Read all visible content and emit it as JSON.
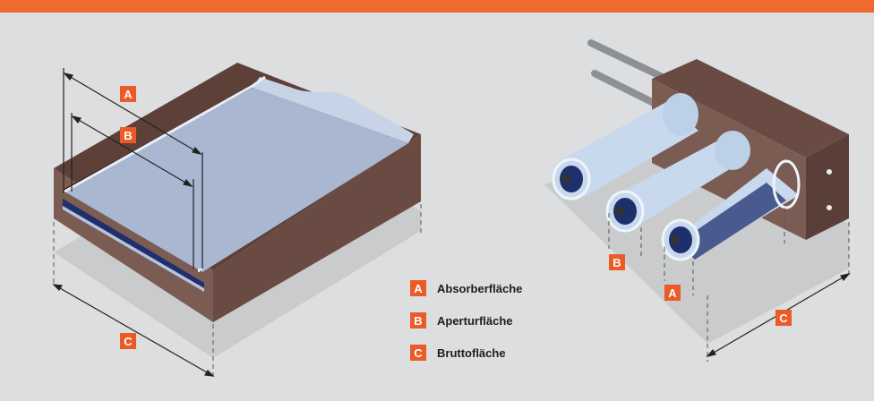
{
  "colors": {
    "header_bar": "#ef6a2c",
    "background": "#dcdedf",
    "badge": "#ea5b25",
    "frame_brown": "#7b5c53",
    "frame_dark": "#5a3f38",
    "absorber_blue": "#a9b7d0",
    "absorber_dark": "#1e2f6b",
    "tube_glass": "#c8d9ee"
  },
  "labels": {
    "A": "A",
    "B": "B",
    "C": "C"
  },
  "legend": [
    {
      "key": "A",
      "text": "Absorberfläche"
    },
    {
      "key": "B",
      "text": "Aperturfläche"
    },
    {
      "key": "C",
      "text": "Bruttofläche"
    }
  ]
}
